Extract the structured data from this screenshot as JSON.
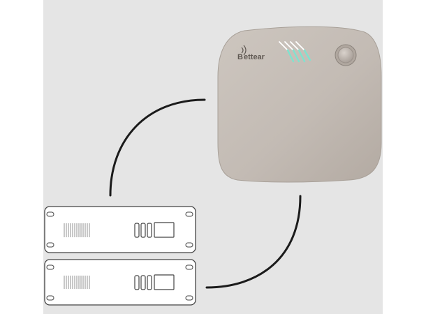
{
  "device": {
    "brand": "Bettear",
    "brand_display": "ettear",
    "brand_initial": "B",
    "indicator_count": 4,
    "indicator_color": "#7fe3cf",
    "body_color": "#c2bab3",
    "button_icon": "power-button-icon"
  },
  "rack_units": [
    {
      "name": "rack-unit-1"
    },
    {
      "name": "rack-unit-2"
    }
  ],
  "cables": [
    {
      "name": "cable-device-to-rack-top",
      "color": "#1b1b1b"
    },
    {
      "name": "cable-device-to-rack-bottom",
      "color": "#1b1b1b"
    }
  ],
  "colors": {
    "panel_background": "#e5e5e5",
    "page_background": "#ffffff",
    "rack_stroke": "#444444",
    "rack_fill": "#ffffff"
  }
}
